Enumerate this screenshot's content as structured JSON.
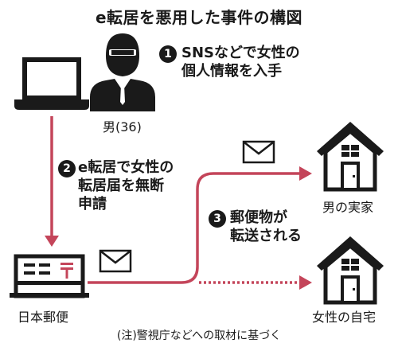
{
  "title": "e転居を悪用した事件の構図",
  "steps": [
    {
      "number": "1",
      "text": "SNSなどで女性の\n個人情報を入手"
    },
    {
      "number": "2",
      "text": "e転居で女性の\n転居届を無断\n申請"
    },
    {
      "number": "3",
      "text": "郵便物が\n転送される"
    }
  ],
  "labels": {
    "man": "男(36)",
    "post_office": "日本郵便",
    "man_home": "男の実家",
    "woman_home": "女性の自宅"
  },
  "note": "(注)警視庁などへの取材に基づく",
  "colors": {
    "arrow": "#c4455a",
    "ink": "#1a1a1a"
  },
  "icons": [
    "laptop-icon",
    "man-with-sunglasses-icon",
    "post-office-icon",
    "envelope-icon",
    "house-icon"
  ]
}
